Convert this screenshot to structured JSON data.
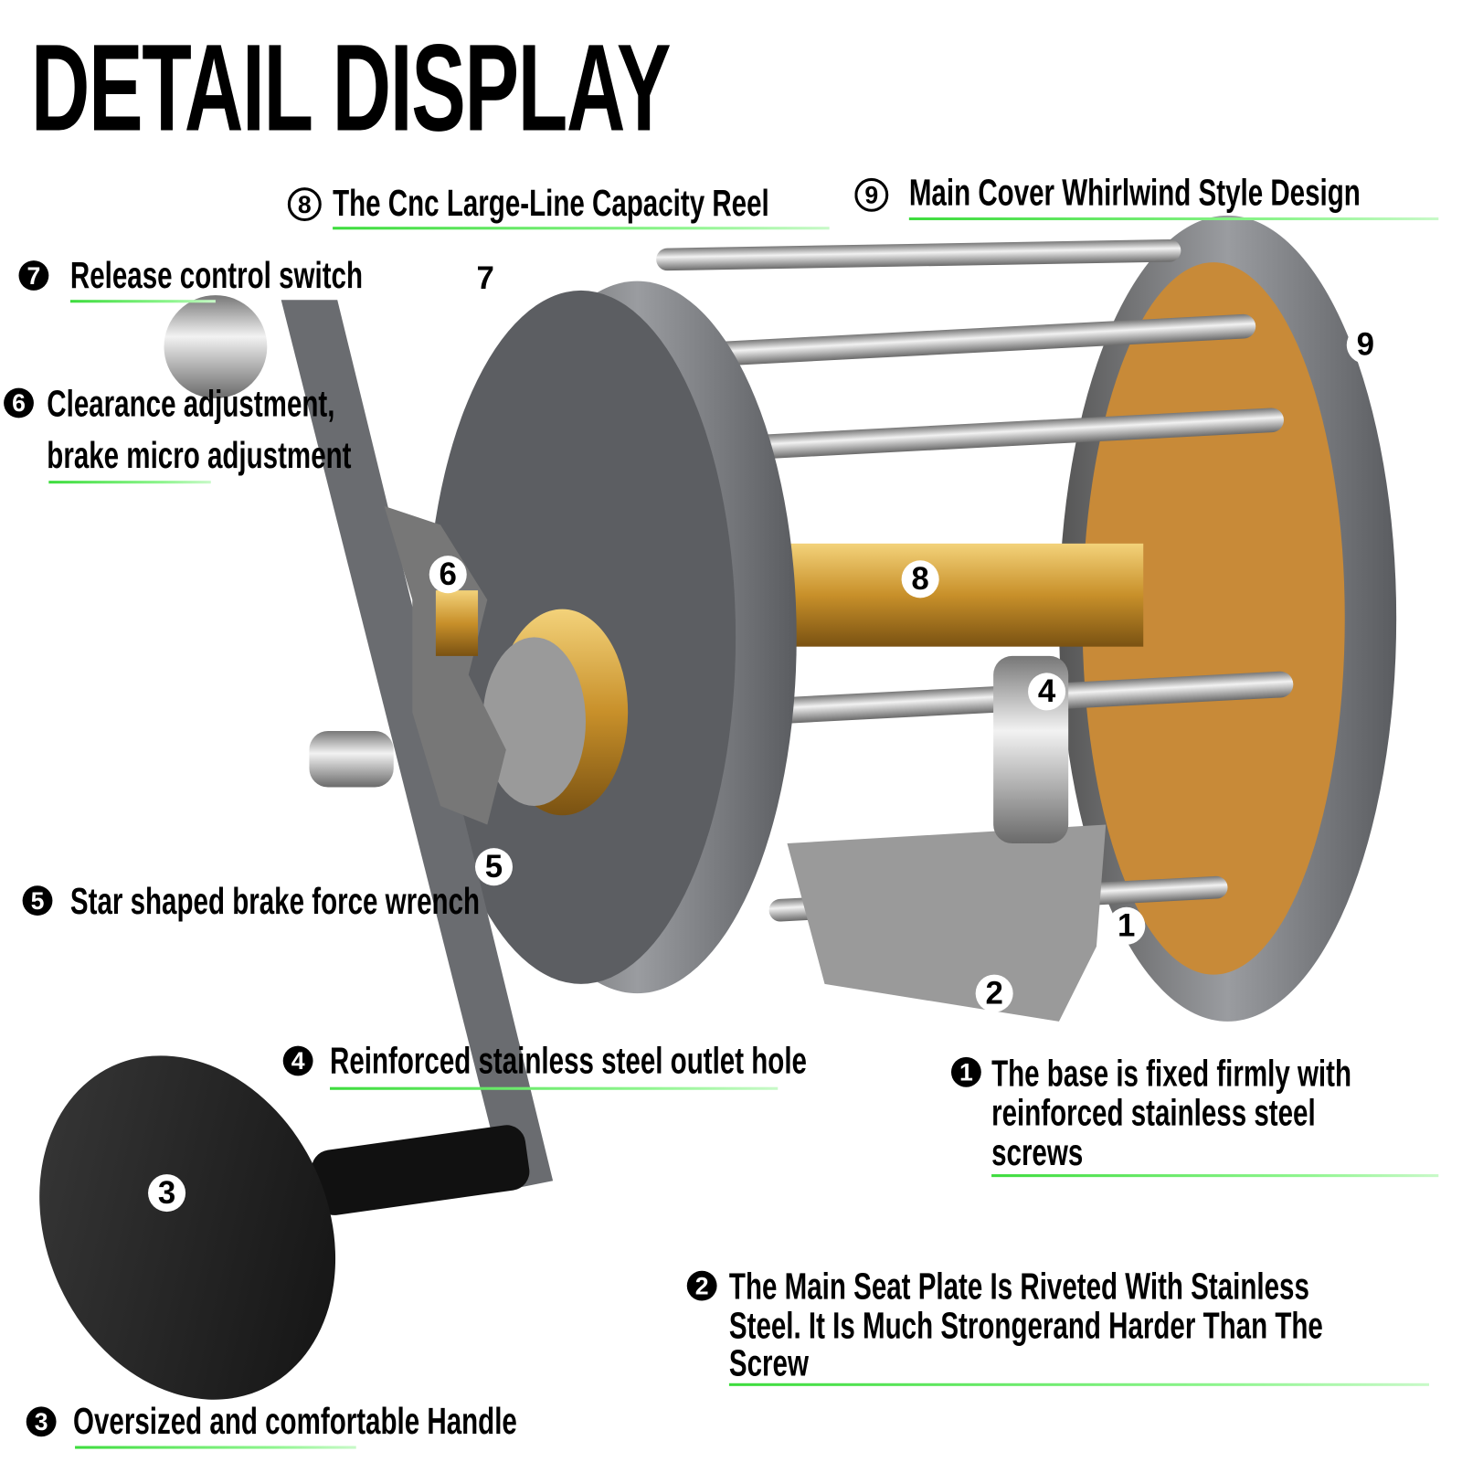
{
  "title": "DETAIL DISPLAY",
  "labels": {
    "l1": {
      "num": "1",
      "lines": [
        "The base is fixed firmly with",
        "reinforced stainless steel",
        "screws"
      ]
    },
    "l2": {
      "num": "2",
      "lines": [
        "The Main Seat Plate Is Riveted With Stainless",
        "Steel. It Is Much Strongerand Harder Than The",
        "Screw"
      ]
    },
    "l3": {
      "num": "3",
      "text": "Oversized and comfortable  Handle"
    },
    "l4": {
      "num": "4",
      "text": "Reinforced stainless steel outlet hole"
    },
    "l5": {
      "num": "5",
      "text": "Star shaped brake force wrench"
    },
    "l6": {
      "num": "6",
      "lines": [
        "Clearance adjustment,",
        "brake micro adjustment"
      ]
    },
    "l7": {
      "num": "7",
      "text": "Release control switch"
    },
    "l8": {
      "num": "8",
      "text": "The Cnc Large-Line Capacity Reel"
    },
    "l9": {
      "num": "9",
      "text": "Main Cover Whirlwind Style Design"
    }
  },
  "callouts": [
    "1",
    "2",
    "3",
    "4",
    "5",
    "6",
    "7",
    "8",
    "9"
  ],
  "colors": {
    "underline": "#3ddc3d",
    "gold": "#c8902a",
    "steel": "#8a8c90"
  }
}
